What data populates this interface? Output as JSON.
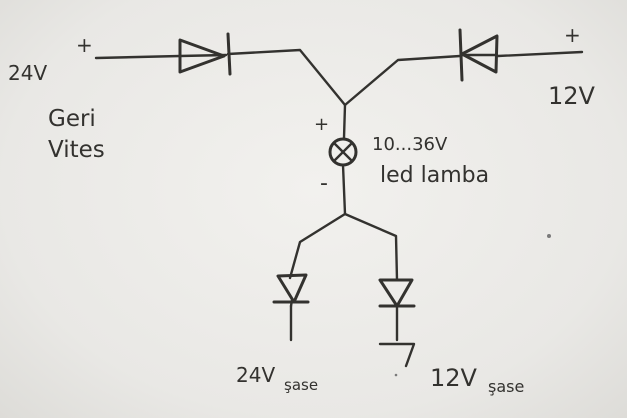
{
  "labels": {
    "input_24v": "24V",
    "input_24v_polarity": "+",
    "input_24v_desc_line1": "Geri",
    "input_24v_desc_line2": "Vites",
    "input_12v": "12V",
    "input_12v_polarity": "+",
    "lamp_plus": "+",
    "lamp_minus": "-",
    "lamp_rating": "10...36V",
    "lamp_name": "led lamba",
    "ground_24v_main": "24V",
    "ground_24v_sub": "şase",
    "ground_12v_main": "12V",
    "ground_12v_sub": "şase"
  },
  "colors": {
    "ink": "#33322f",
    "paper": "#ecebe8"
  }
}
